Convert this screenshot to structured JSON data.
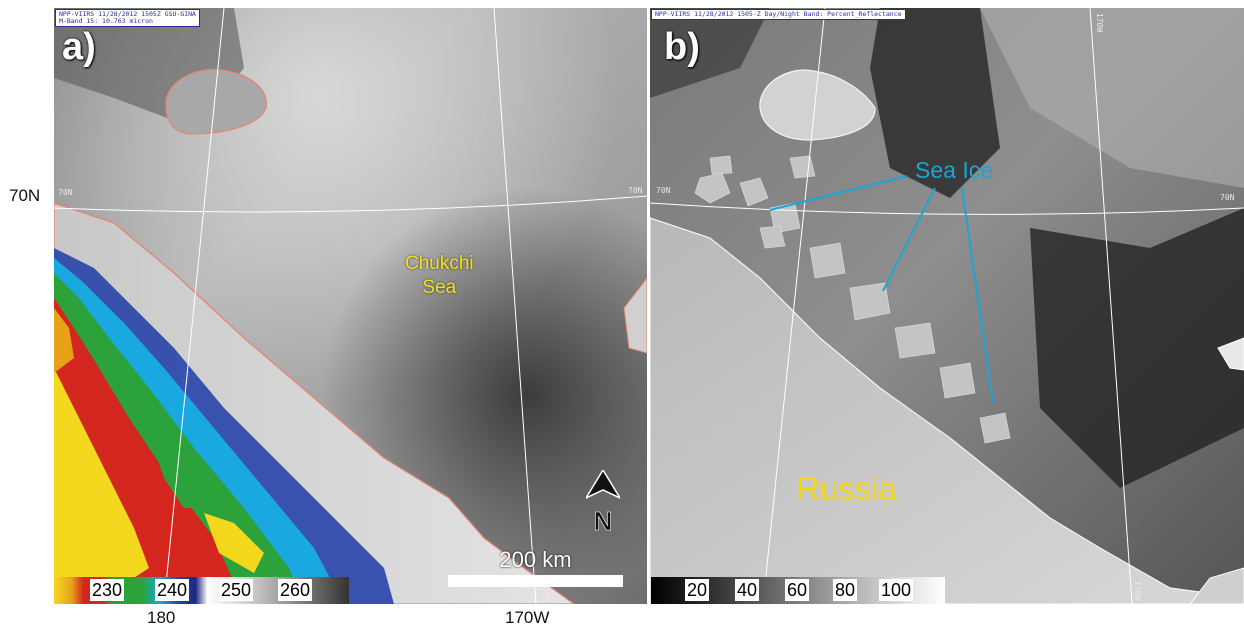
{
  "panel_a": {
    "label": "a)",
    "header_line1": "NPP-VIIRS 11/28/2012 1505Z GSU-GINA",
    "header_line2": "M-Band 15: 10.763 micron",
    "grid_labels": [
      "70N",
      "70N",
      "170W"
    ],
    "sea_label_line1": "Chukchi",
    "sea_label_line2": "Sea",
    "scale_label": "200 km",
    "north_label": "N",
    "colorbar_ticks": [
      "230",
      "240",
      "250",
      "260"
    ]
  },
  "panel_b": {
    "label": "b)",
    "header_line1": "NPP-VIIRS 11/28/2012 1505-Z Day/Night Band: Percent_Reflectance",
    "grid_labels": [
      "70N",
      "70N",
      "170W",
      "170W"
    ],
    "sea_ice_label": "Sea Ice",
    "land_label": "Russia",
    "colorbar_ticks": [
      "20",
      "40",
      "60",
      "80",
      "100"
    ]
  },
  "axes": {
    "lat_label": "70N",
    "lon_label_left": "180",
    "lon_label_right": "170W"
  },
  "colors": {
    "coastline_a": "#e8836f",
    "coastline_b": "#f4f4f4",
    "sea_label": "#f2e21c",
    "land_label": "#f3d719",
    "annotation": "#1aa5d6",
    "graticule": "#ffffff"
  },
  "icons": {
    "north_arrow": "north-arrow-icon"
  }
}
